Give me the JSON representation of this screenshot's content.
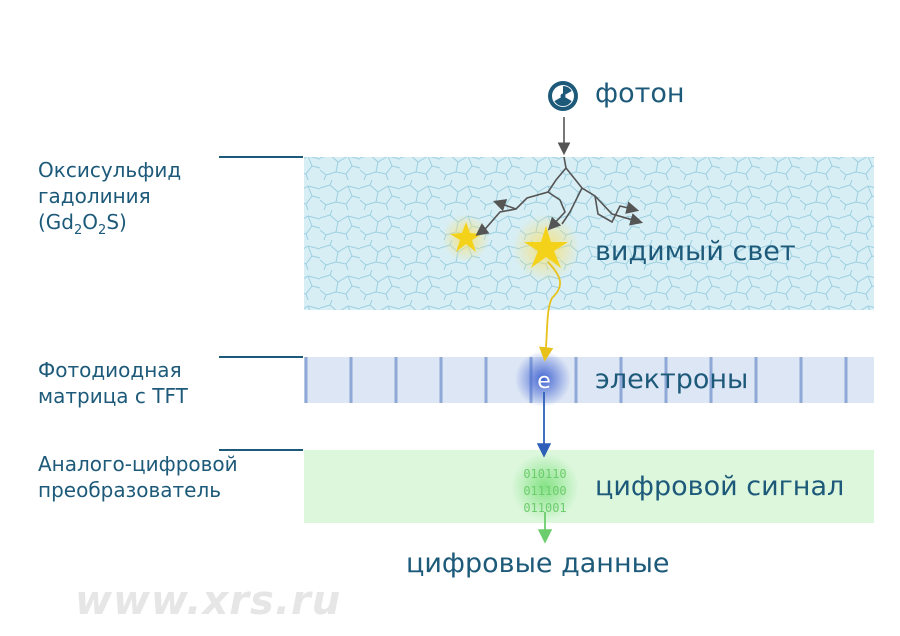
{
  "layers": [
    {
      "name_line1": "Оксисульфид",
      "name_line2": "гадолиния",
      "formula": {
        "a": "(Gd",
        "n1": "2",
        "b": "O",
        "n2": "2",
        "c": "S)"
      }
    },
    {
      "name_line1": "Фотодиодная",
      "name_line2": "матрица с TFT"
    },
    {
      "name_line1": "Аналого-цифровой",
      "name_line2": "преобразователь"
    }
  ],
  "labels": {
    "photon": "фотон",
    "visible_light": "видимый свет",
    "electrons": "электроны",
    "digital_signal": "цифровой сигнал",
    "digital_data": "цифровые данные",
    "electron_symbol": "e"
  },
  "binary": [
    "010110",
    "011100",
    "011001"
  ],
  "watermark": "www.xrs.ru",
  "colors": {
    "text": "#1d5a7a",
    "scintillator": "#d7eef5",
    "photodiode": "#dde6f5",
    "adc": "#ddf7dd",
    "star": "#f5d21a",
    "electron": "#2d5fb8",
    "digital": "#6ccd6c"
  }
}
